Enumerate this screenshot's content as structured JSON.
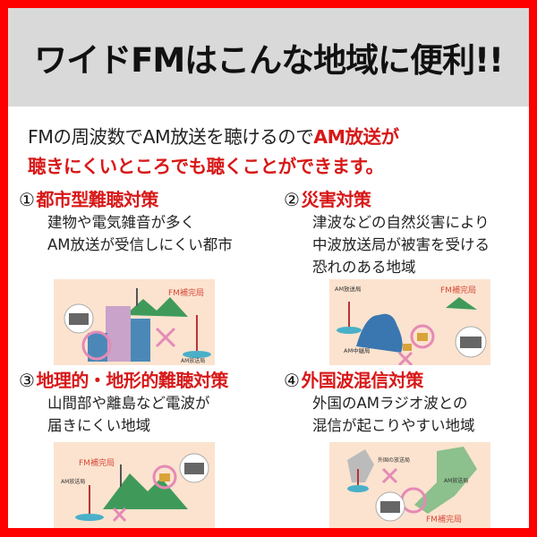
{
  "title": "ワイドFMはこんな地域に便利!!",
  "intro": {
    "line1_normal": "FMの周波数でAM放送を聴けるので",
    "line1_red": "AM放送が",
    "line2_red": "聴きにくいところでも聴くことができます。"
  },
  "sections": [
    {
      "num": "①",
      "heading": "都市型難聴対策",
      "lines": [
        "建物や電気雑音が多く",
        "AM放送が受信しにくい都市"
      ],
      "labels": [
        "FM補完局",
        "AM放送局"
      ]
    },
    {
      "num": "②",
      "heading": "災害対策",
      "lines": [
        "津波などの自然災害により",
        "中波放送局が被害を受ける",
        "恐れのある地域"
      ],
      "labels": [
        "AM放送局",
        "FM補完局",
        "AM中継局"
      ]
    },
    {
      "num": "③",
      "heading": "地理的・地形的難聴対策",
      "lines": [
        "山間部や離島など電波が",
        "届きにくい地域"
      ],
      "labels": [
        "FM補完局",
        "AM放送局"
      ]
    },
    {
      "num": "④",
      "heading": "外国波混信対策",
      "lines": [
        "外国のAMラジオ波との",
        "混信が起こりやすい地域"
      ],
      "labels": [
        "外国の放送局",
        "AM放送局",
        "FM補完局"
      ]
    }
  ],
  "colors": {
    "border": "#ff0000",
    "accent": "#d81818",
    "header_bg": "#d9d9d9",
    "illustration_bg": "#fbe3cf"
  }
}
